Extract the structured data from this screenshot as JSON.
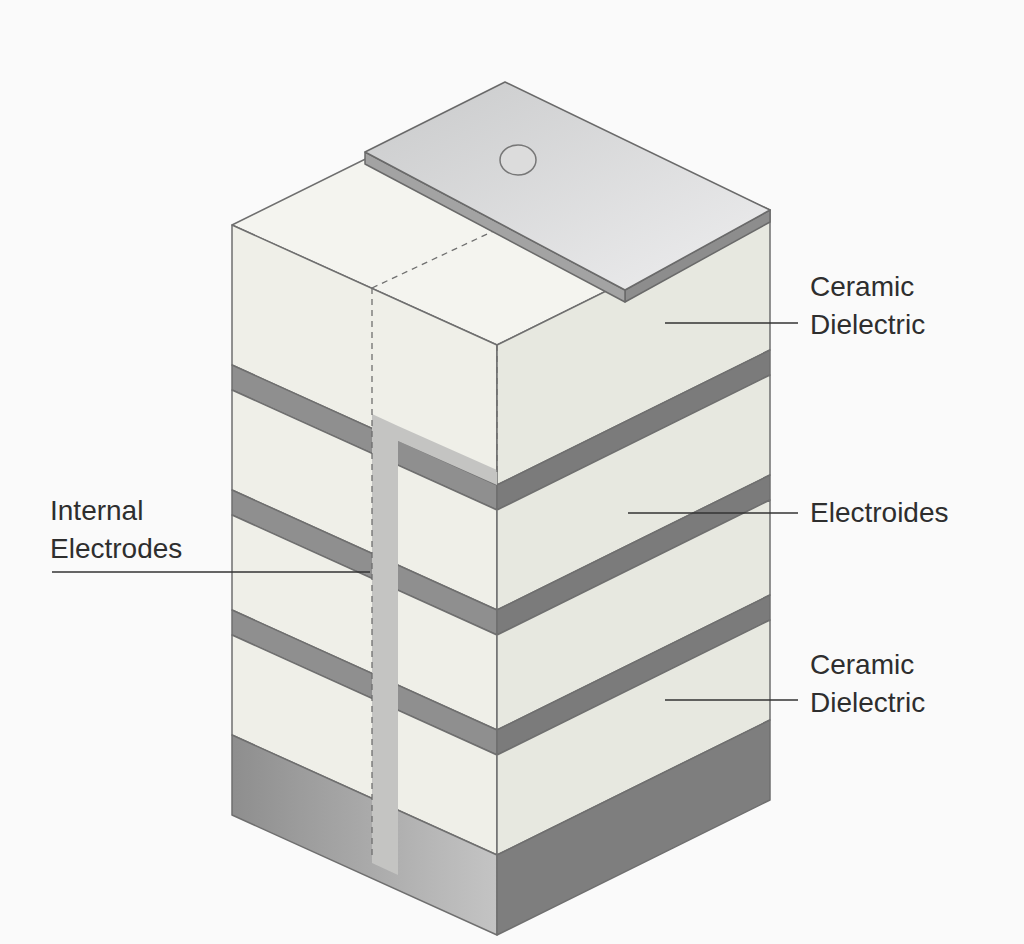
{
  "diagram": {
    "labels": [
      "Ceramic Dielectric",
      "Internal Electrodes",
      "Electroides",
      "Ceramic Dielectric"
    ]
  }
}
